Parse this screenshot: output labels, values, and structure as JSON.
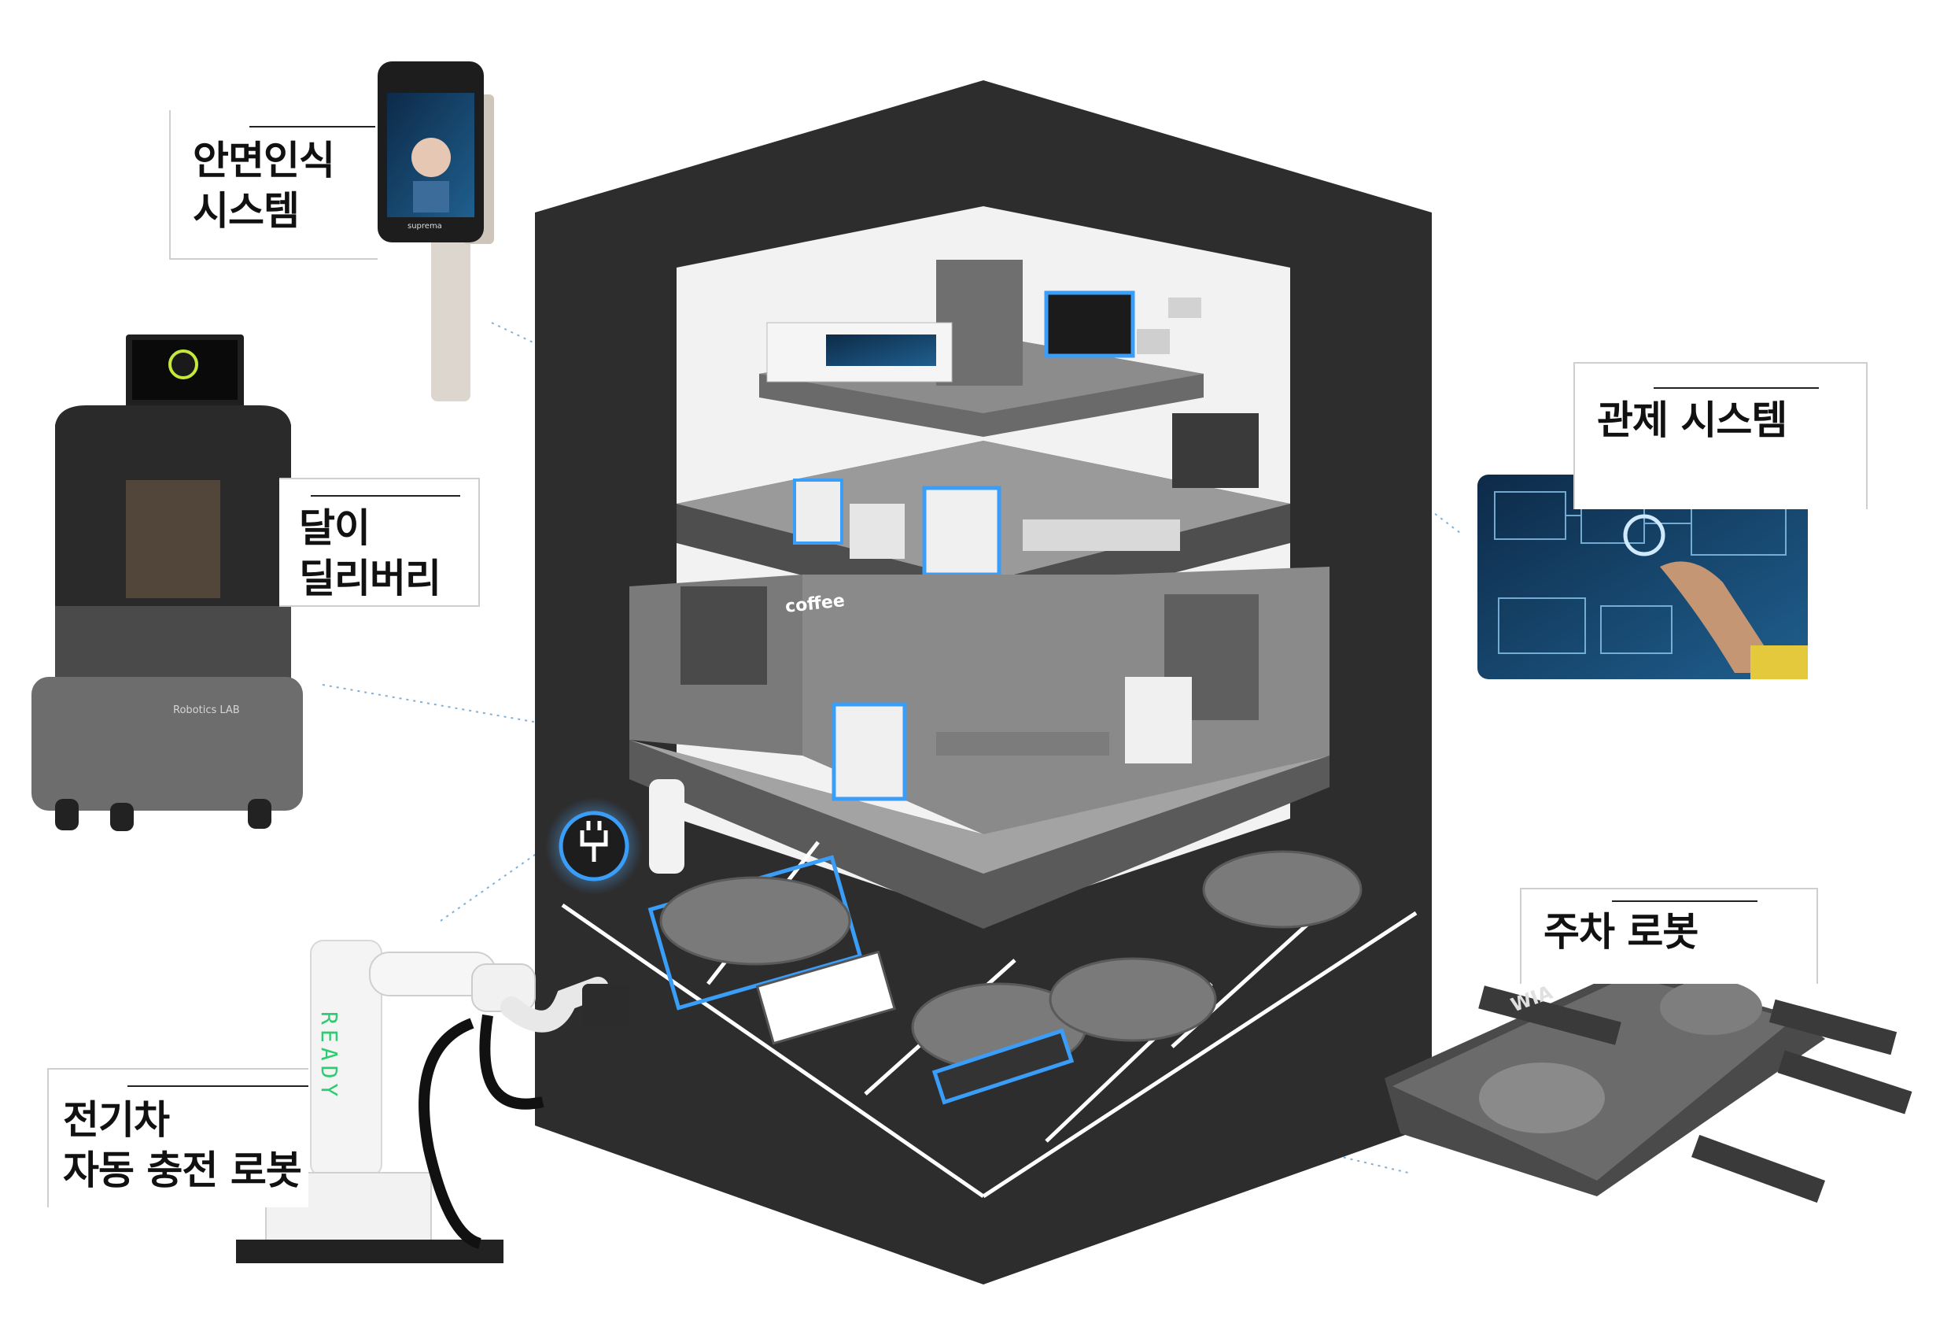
{
  "labels": {
    "face_recognition": "안면인식\n시스템",
    "delivery": "달이\n딜리버리",
    "ev_charging": "전기차\n자동 충전 로봇",
    "control_system": "관제 시스템",
    "parking_robot": "주차 로봇"
  },
  "building": {
    "coffee_sign": "coffee"
  },
  "devices": {
    "face_terminal_brand": "suprema",
    "delivery_robot_brand": "Robotics LAB",
    "charger_status": "READY",
    "parking_robot_brand": "WIA"
  },
  "colors": {
    "accent_blue": "#3a9df8",
    "building_dark": "#2d2d2d",
    "floor_gray": "#5a5a5a"
  }
}
